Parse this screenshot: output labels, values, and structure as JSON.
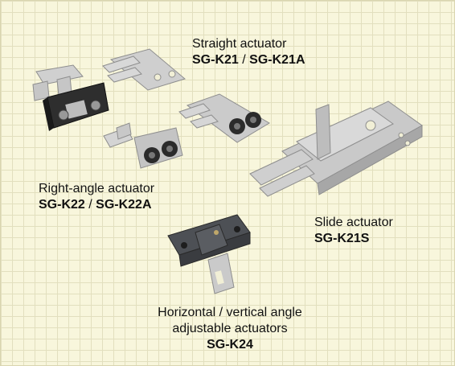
{
  "labels": {
    "straight": {
      "name": "Straight actuator",
      "model_a": "SG-K21",
      "separator": " / ",
      "model_b": "SG-K21A"
    },
    "right_angle": {
      "name": "Right-angle actuator",
      "model_a": "SG-K22",
      "separator": " / ",
      "model_b": "SG-K22A"
    },
    "slide": {
      "name": "Slide actuator",
      "model": "SG-K21S"
    },
    "adjustable": {
      "name_line1": "Horizontal / vertical angle",
      "name_line2": "adjustable actuators",
      "model": "SG-K24"
    }
  },
  "colors": {
    "background": "#f8f6dc",
    "grid": "#e2dfbe",
    "metal": "#c9c9c9",
    "metal_dark": "#8e8e8e",
    "plastic_black": "#2b2b2b",
    "plastic_gray": "#4a4d52"
  }
}
